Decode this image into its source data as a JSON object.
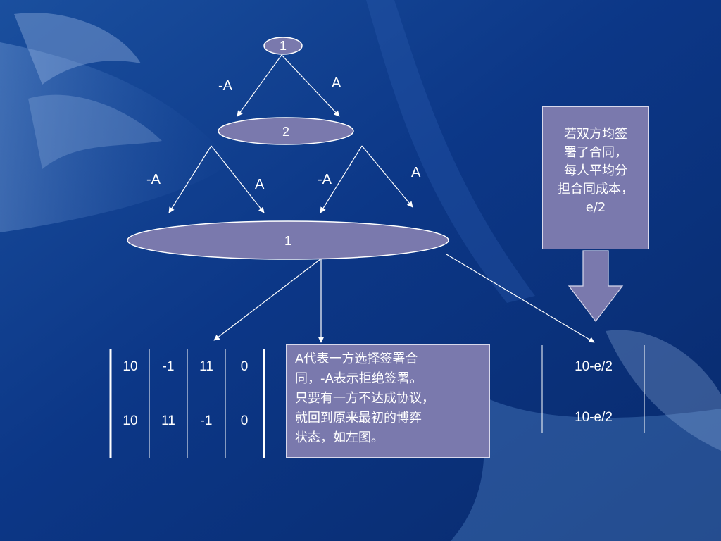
{
  "tree": {
    "root_node": "1",
    "second_node": "2",
    "third_node": "1",
    "top_left_edge": "-A",
    "top_right_edge": "A",
    "mid_left_neg": "-A",
    "mid_left_pos": "A",
    "mid_right_neg": "-A",
    "mid_right_pos": "A"
  },
  "payoff_table": {
    "rows": [
      [
        "10",
        "-1",
        "11",
        "0"
      ],
      [
        "10",
        "11",
        "-1",
        "0"
      ]
    ]
  },
  "result_table": {
    "rows": [
      "10-e/2",
      "10-e/2"
    ]
  },
  "note_right": {
    "lines": [
      "若双方均签",
      "署了合同，",
      "每人平均分",
      "担合同成本，",
      "e/2"
    ]
  },
  "note_center": {
    "lines": [
      "A代表一方选择签署合",
      "同，-A表示拒绝签署。",
      "只要有一方不达成协议，",
      "就回到原来最初的博弈",
      "状态，如左图。"
    ]
  },
  "colors": {
    "background": "#0b2f78",
    "node_fill": "#7a79ad",
    "note_fill": "#7a79ad",
    "arrow_fill": "#7a79ad",
    "line": "#ffffff"
  }
}
